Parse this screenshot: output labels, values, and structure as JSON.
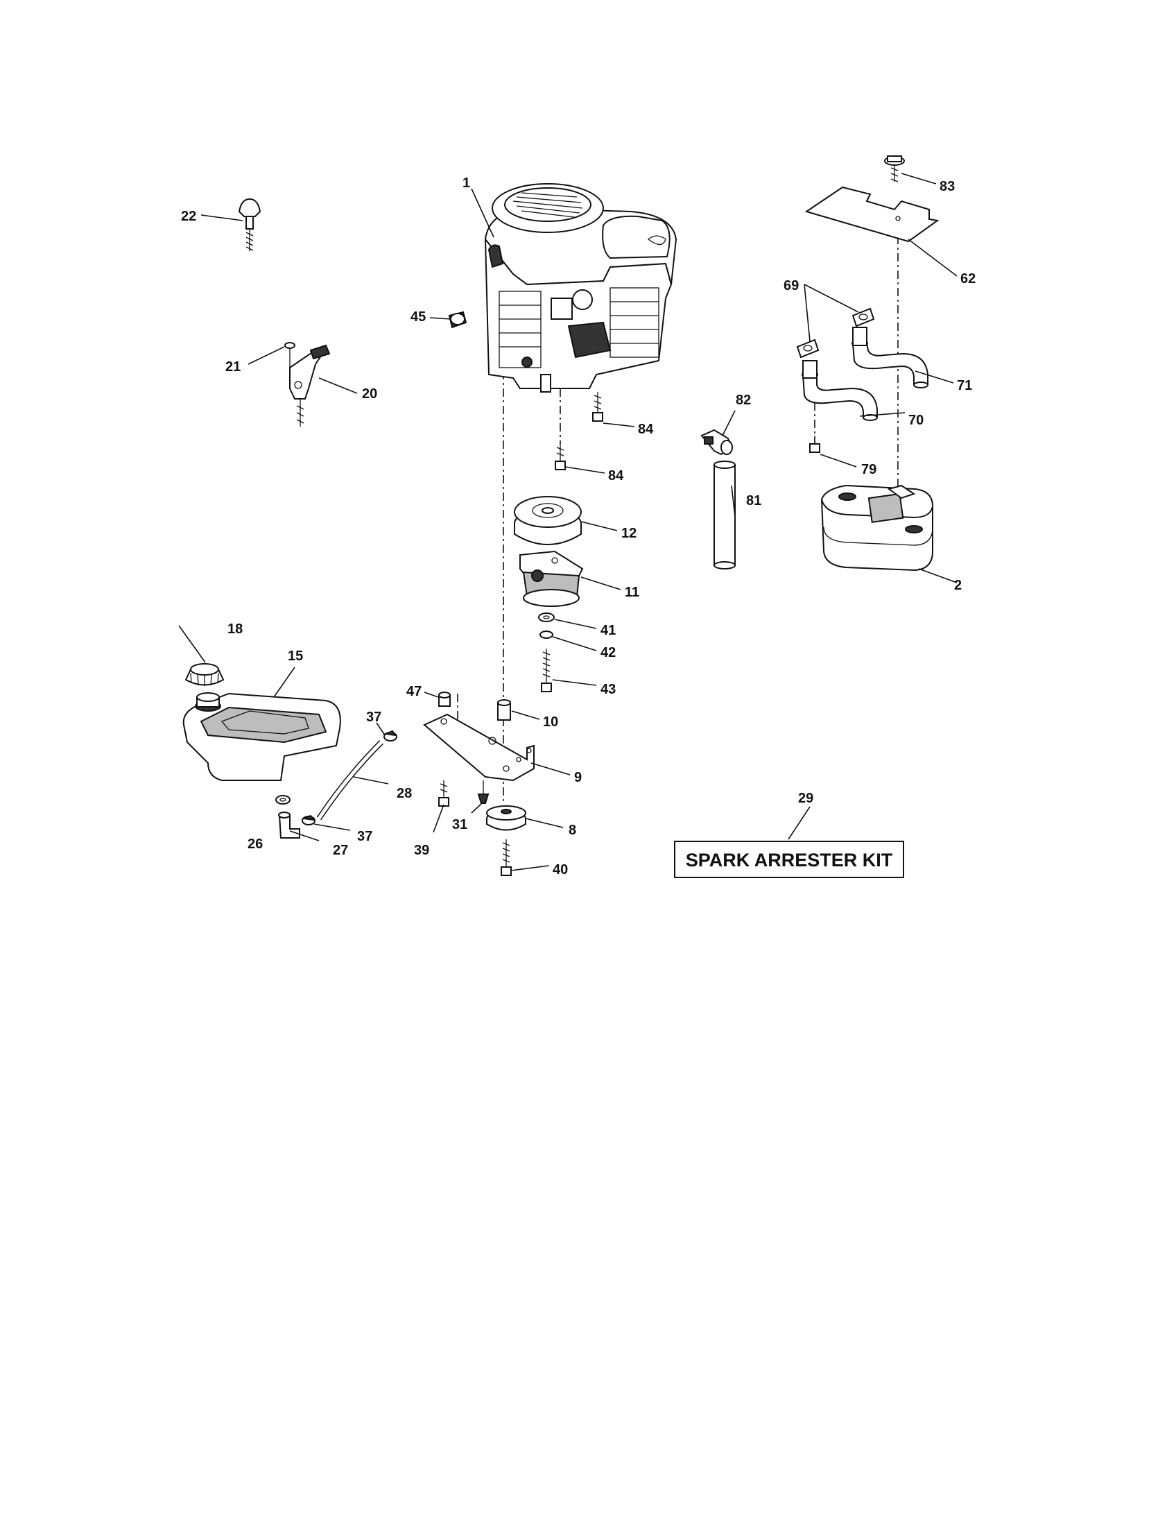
{
  "labels": {
    "p1": "1",
    "p2": "2",
    "p8": "8",
    "p9": "9",
    "p10": "10",
    "p11": "11",
    "p12": "12",
    "p15": "15",
    "p18": "18",
    "p20": "20",
    "p21": "21",
    "p22": "22",
    "p26": "26",
    "p27": "27",
    "p28": "28",
    "p29": "29",
    "p31": "31",
    "p37a": "37",
    "p37b": "37",
    "p39": "39",
    "p40": "40",
    "p41": "41",
    "p42": "42",
    "p43": "43",
    "p45": "45",
    "p47": "47",
    "p62": "62",
    "p69": "69",
    "p70": "70",
    "p71": "71",
    "p79": "79",
    "p81": "81",
    "p82": "82",
    "p83": "83",
    "p84a": "84",
    "p84b": "84"
  },
  "kit": {
    "label": "SPARK ARRESTER KIT"
  }
}
